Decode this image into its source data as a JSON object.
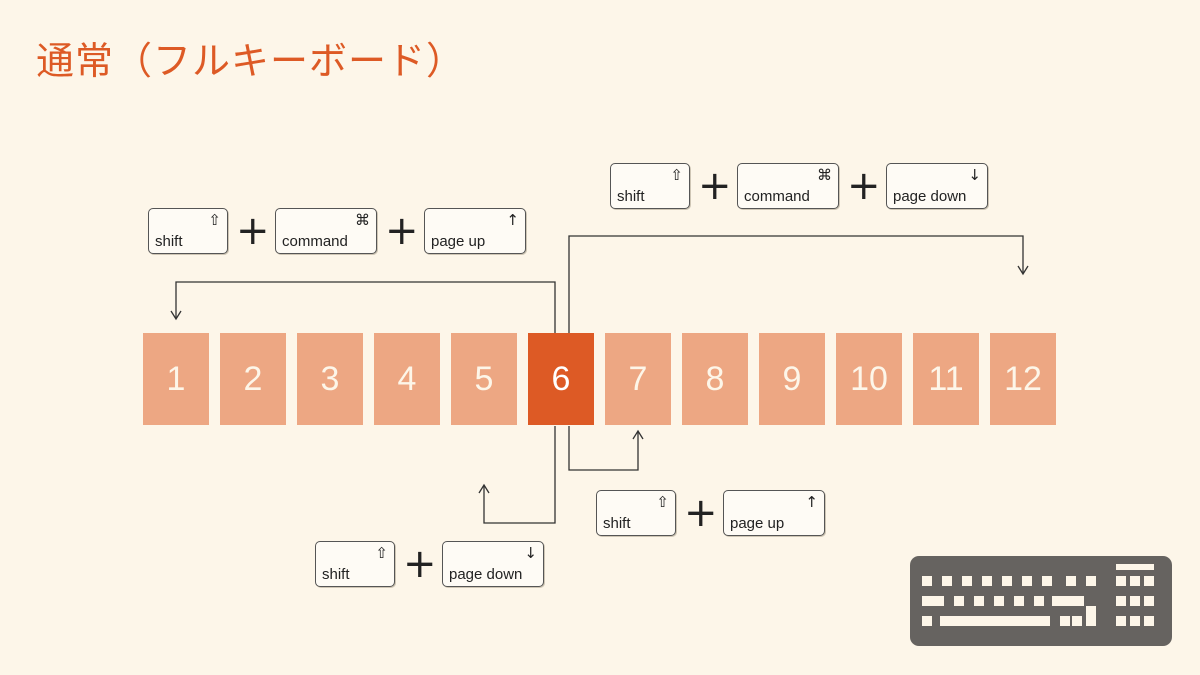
{
  "title": "通常（フルキーボード）",
  "cells": [
    {
      "label": "1",
      "active": false
    },
    {
      "label": "2",
      "active": false
    },
    {
      "label": "3",
      "active": false
    },
    {
      "label": "4",
      "active": false
    },
    {
      "label": "5",
      "active": false
    },
    {
      "label": "6",
      "active": true
    },
    {
      "label": "7",
      "active": false
    },
    {
      "label": "8",
      "active": false
    },
    {
      "label": "9",
      "active": false
    },
    {
      "label": "10",
      "active": false
    },
    {
      "label": "11",
      "active": false
    },
    {
      "label": "12",
      "active": false
    }
  ],
  "shortcuts": {
    "first": {
      "keys": [
        {
          "label": "shift",
          "symbol": "⇧"
        },
        {
          "label": "command",
          "symbol": "⌘"
        },
        {
          "label": "page up",
          "symbol": "↑"
        }
      ],
      "plus": "+"
    },
    "last": {
      "keys": [
        {
          "label": "shift",
          "symbol": "⇧"
        },
        {
          "label": "command",
          "symbol": "⌘"
        },
        {
          "label": "page down",
          "symbol": "↓"
        }
      ],
      "plus": "+"
    },
    "next": {
      "keys": [
        {
          "label": "shift",
          "symbol": "⇧"
        },
        {
          "label": "page up",
          "symbol": "↑"
        }
      ],
      "plus": "+"
    },
    "prev": {
      "keys": [
        {
          "label": "shift",
          "symbol": "⇧"
        },
        {
          "label": "page down",
          "symbol": "↓"
        }
      ],
      "plus": "+"
    }
  },
  "colors": {
    "accent": "#dd5a25",
    "cell": "#eda783",
    "background": "#fdf6e9",
    "keyboard_icon": "#666360"
  },
  "icon": "keyboard-icon"
}
